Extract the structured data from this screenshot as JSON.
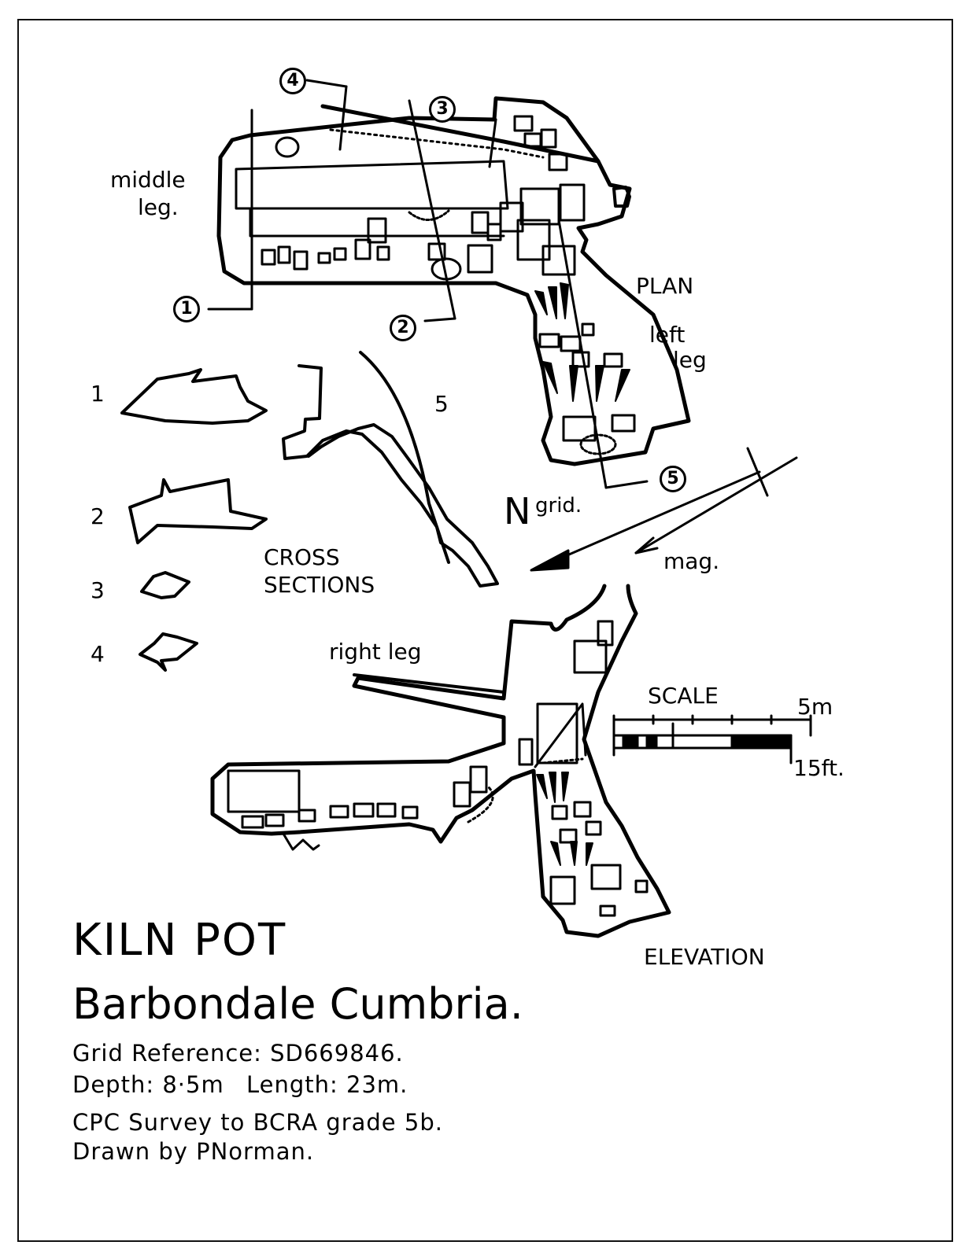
{
  "map": {
    "title": "KILN POT",
    "subtitle": "Barbondale Cumbria.",
    "grid_reference": "Grid Reference: SD669846.",
    "depth": "Depth: 8·5m",
    "length": "Length: 23m.",
    "survey": "CPC Survey to BCRA grade 5b.",
    "drawn_by": "Drawn by PNorman."
  },
  "labels": {
    "plan": "PLAN",
    "elevation": "ELEVATION",
    "cross_sections_line1": "CROSS",
    "cross_sections_line2": "SECTIONS",
    "middle_leg_1": "middle",
    "middle_leg_2": "leg.",
    "left_leg_1": "left",
    "left_leg_2": "leg",
    "right_leg": "right leg",
    "north_n": "N",
    "north_grid": "grid.",
    "north_mag": "mag.",
    "scale": "SCALE",
    "scale_m": "5m",
    "scale_ft": "15ft."
  },
  "section_markers": [
    "1",
    "2",
    "3",
    "4",
    "5"
  ],
  "section_numbers": [
    "1",
    "2",
    "3",
    "4",
    "5"
  ]
}
